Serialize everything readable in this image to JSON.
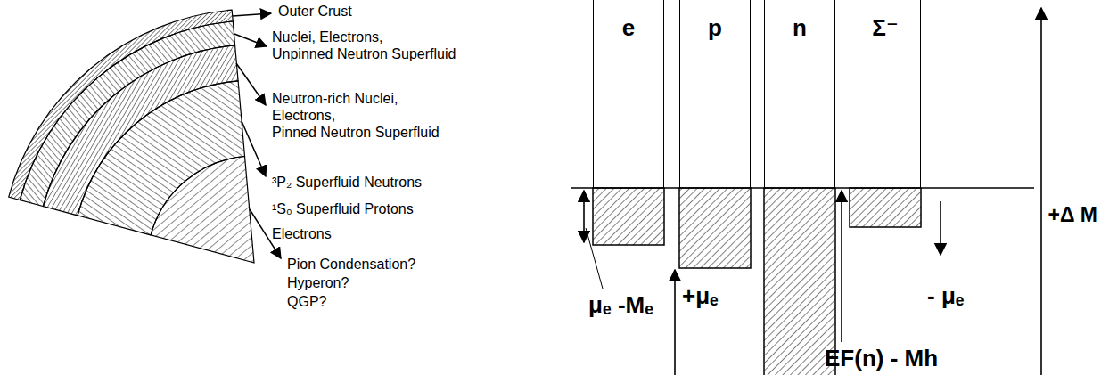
{
  "diagram": {
    "nodes": [
      {
        "text": [
          "e"
        ]
      },
      {
        "text": [
          "p"
        ]
      },
      {
        "text": [
          "n"
        ]
      },
      {
        "text": [
          "Σ⁻"
        ]
      }
    ],
    "labels": [
      "Outer Crust",
      "Nuclei, Electrons,",
      "Unpinned Neutron Superfluid",
      "Neutron-rich Nuclei,",
      "Electrons,",
      "Pinned Neutron Superfluid",
      "³P₂ Superfluid Neutrons",
      "¹S₀ Superfluid Protons",
      "Electrons",
      "Pion Condensation?",
      "Hyperon?",
      "QGP?",
      "μₑ -Mₑ",
      "+μₑ",
      "EF(n) - Mh",
      "- μₑ",
      "+Δ M"
    ]
  }
}
